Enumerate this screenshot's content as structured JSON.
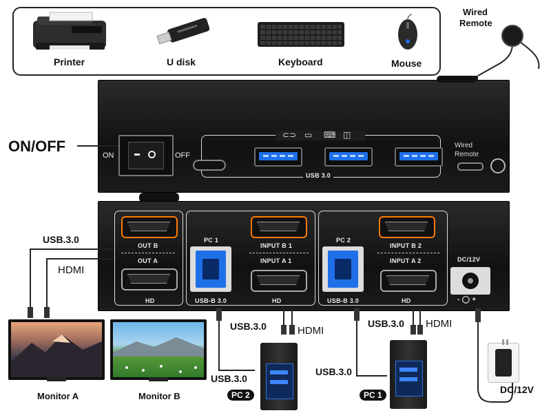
{
  "peripherals": [
    {
      "label": "Printer"
    },
    {
      "label": "U disk"
    },
    {
      "label": "Keyboard"
    },
    {
      "label": "Mouse"
    }
  ],
  "wired_remote_callout": [
    "Wired",
    "Remote"
  ],
  "onoff_callout": "ON/OFF",
  "top_panel": {
    "switch_on": "ON",
    "switch_off": "OFF",
    "usb_group_label": "USB 3.0",
    "wired_remote_lines": [
      "Wired",
      "Remote"
    ]
  },
  "bottom_panel": {
    "out_b": "OUT B",
    "out_a": "OUT A",
    "hd_left": "HD",
    "pc1": "PC 1",
    "usb_b_1": "USB-B 3.0",
    "input_b1": "INPUT B 1",
    "input_a1": "INPUT A 1",
    "hd_mid1": "HD",
    "pc2": "PC 2",
    "usb_b_2": "USB-B 3.0",
    "input_b2": "INPUT B 2",
    "input_a2": "INPUT A 2",
    "hd_mid2": "HD",
    "dc": "DC/12V",
    "polarity": "- ◯ +"
  },
  "left_cables": {
    "usb": "USB.3.0",
    "hdmi": "HDMI"
  },
  "pc2_cables": {
    "usb": "USB.3.0",
    "hdmi": "HDMI",
    "usb_lower": "USB.3.0",
    "badge": "PC 2"
  },
  "pc1_cables": {
    "usb": "USB.3.0",
    "hdmi": "HDMI",
    "usb_lower": "USB.3.0",
    "badge": "PC 1"
  },
  "monitors": [
    {
      "label": "Monitor A"
    },
    {
      "label": "Monitor B"
    }
  ],
  "power": {
    "label": "DC/12V"
  }
}
